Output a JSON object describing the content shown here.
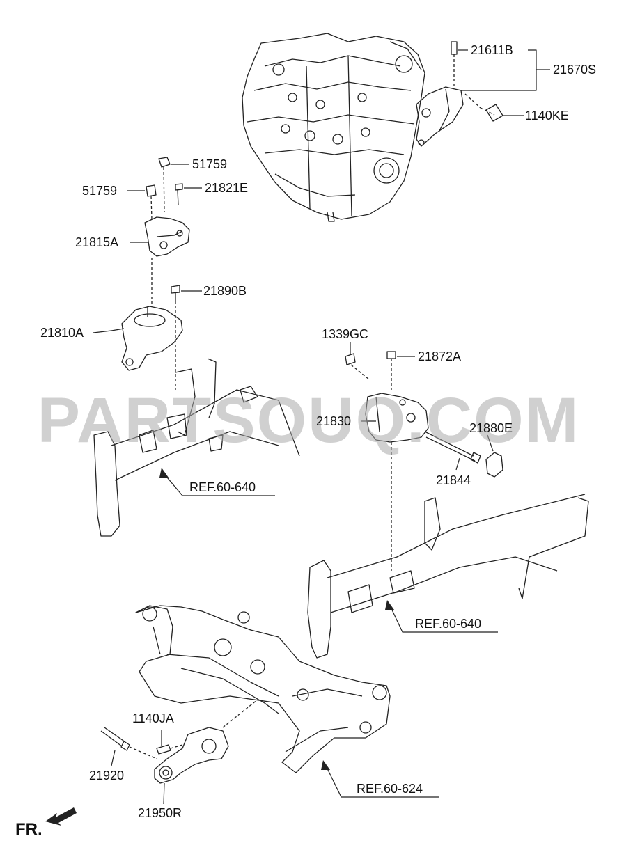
{
  "watermark": "PARTSOUQ.COM",
  "direction_label": "FR.",
  "colors": {
    "line": "#222222",
    "watermark": "#aaaaaa"
  },
  "part_labels": {
    "p21611B": "21611B",
    "p21670S": "21670S",
    "p1140KE": "1140KE",
    "p51759_top": "51759",
    "p51759_left": "51759",
    "p21821E": "21821E",
    "p21815A": "21815A",
    "p21890B": "21890B",
    "p21810A": "21810A",
    "p1339GC": "1339GC",
    "p21872A": "21872A",
    "p21830": "21830",
    "p21880E": "21880E",
    "p21844": "21844",
    "p1140JA": "1140JA",
    "p21920": "21920",
    "p21950R": "21950R"
  },
  "references": {
    "ref_left": "REF.60-640",
    "ref_right": "REF.60-640",
    "ref_bottom": "REF.60-624"
  }
}
